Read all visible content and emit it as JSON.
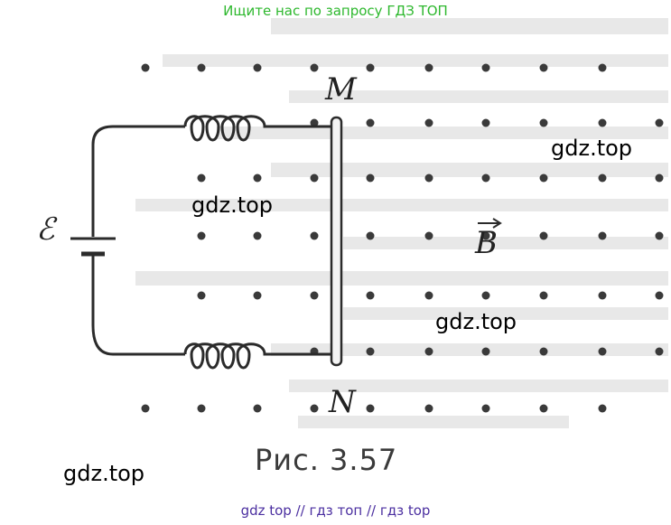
{
  "banner": {
    "top_text": "Ищите нас по запросу ГДЗ ТОП",
    "top_color": "#2eb82e",
    "bottom_text": "gdz top  //  гдз топ  //  гдз top",
    "bottom_color": "#4b2fa0"
  },
  "watermarks": [
    "gdz.top",
    "gdz.top",
    "gdz.top",
    "gdz.top"
  ],
  "figure": {
    "label_M": "M",
    "label_N": "N",
    "label_emf": "ℰ",
    "label_B": "B",
    "caption": "Рис. 3.57",
    "ink_color": "#2b2b2b",
    "dot_color": "#3a3a3a",
    "background_texture_color": "#e6e6e6"
  }
}
